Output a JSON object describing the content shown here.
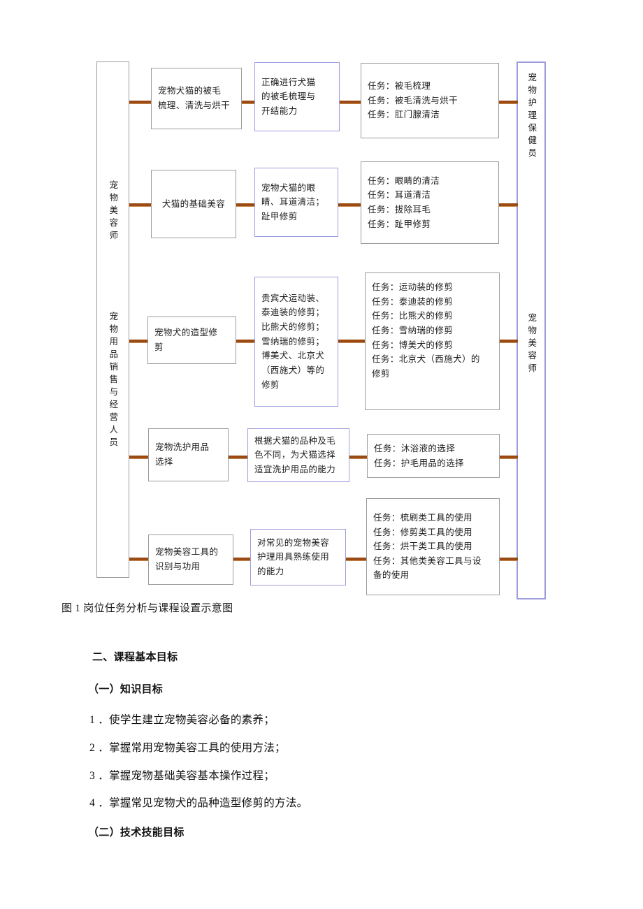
{
  "figure": {
    "caption": "图 1 岗位任务分析与课程设置示意图",
    "left_column": {
      "top_label": "宠物美容师",
      "bottom_label": "宠物用品销售与经营人员"
    },
    "right_column": {
      "top_label": "宠物护理保健员",
      "bottom_label": "宠物美容师"
    },
    "rows": [
      {
        "course": [
          "宠物犬猫的被毛",
          "梳理、清洗与烘干"
        ],
        "ability": [
          "正确进行犬猫",
          "的被毛梳理与",
          "开结能力"
        ],
        "tasks": [
          "任务：被毛梳理",
          "任务：被毛清洗与烘干",
          "任务：肛门腺清洁"
        ]
      },
      {
        "course": [
          "犬猫的基础美容"
        ],
        "ability": [
          "宠物犬猫的眼",
          "睛、耳道清洁；",
          "趾甲修剪"
        ],
        "tasks": [
          "任务：眼睛的清洁",
          "任务：耳道清洁",
          "任务：拔除耳毛",
          "任务：趾甲修剪"
        ]
      },
      {
        "course": [
          "宠物犬的造型修",
          "剪"
        ],
        "ability": [
          "贵宾犬运动装、",
          "泰迪装的修剪；",
          "比熊犬的修剪；",
          "雪纳瑞的修剪；",
          "博美犬、北京犬",
          "（西施犬）等的",
          "修剪"
        ],
        "tasks": [
          "任务：运动装的修剪",
          "任务：泰迪装的修剪",
          "任务：比熊犬的修剪",
          "任务：雪纳瑞的修剪",
          "任务：博美犬的修剪",
          "任务：北京犬（西施犬）的",
          "修剪"
        ]
      },
      {
        "course": [
          "宠物洗护用品",
          "选择"
        ],
        "ability": [
          "根据犬猫的品种及毛",
          "色不同，为犬猫选择",
          "适宜洗护用品的能力"
        ],
        "tasks": [
          "任务：沐浴液的选择",
          "任务：护毛用品的选择"
        ]
      },
      {
        "course": [
          "宠物美容工具的",
          "识别与功用"
        ],
        "ability": [
          "对常见的宠物美容",
          "护理用具熟练使用",
          "的能力"
        ],
        "tasks": [
          "任务：梳刷类工具的使用",
          "任务：修剪类工具的使用",
          "任务：烘干类工具的使用",
          "任务：其他类美容工具与设",
          "备的使用"
        ]
      }
    ],
    "colors": {
      "connector": "#9a4a12",
      "gray_border": "#9c9c9c",
      "purple_border": "#9d9dde"
    }
  },
  "document": {
    "section_heading": "二、课程基本目标",
    "subsection_one": "（一）知识目标",
    "objectives": [
      "1 ．使学生建立宠物美容必备的素养；",
      "2  ．掌握常用宠物美容工具的使用方法；",
      "3  ．掌握宠物基础美容基本操作过程；",
      "4 ．掌握常见宠物犬的品种造型修剪的方法。"
    ],
    "subsection_two": "（二）技术技能目标"
  }
}
